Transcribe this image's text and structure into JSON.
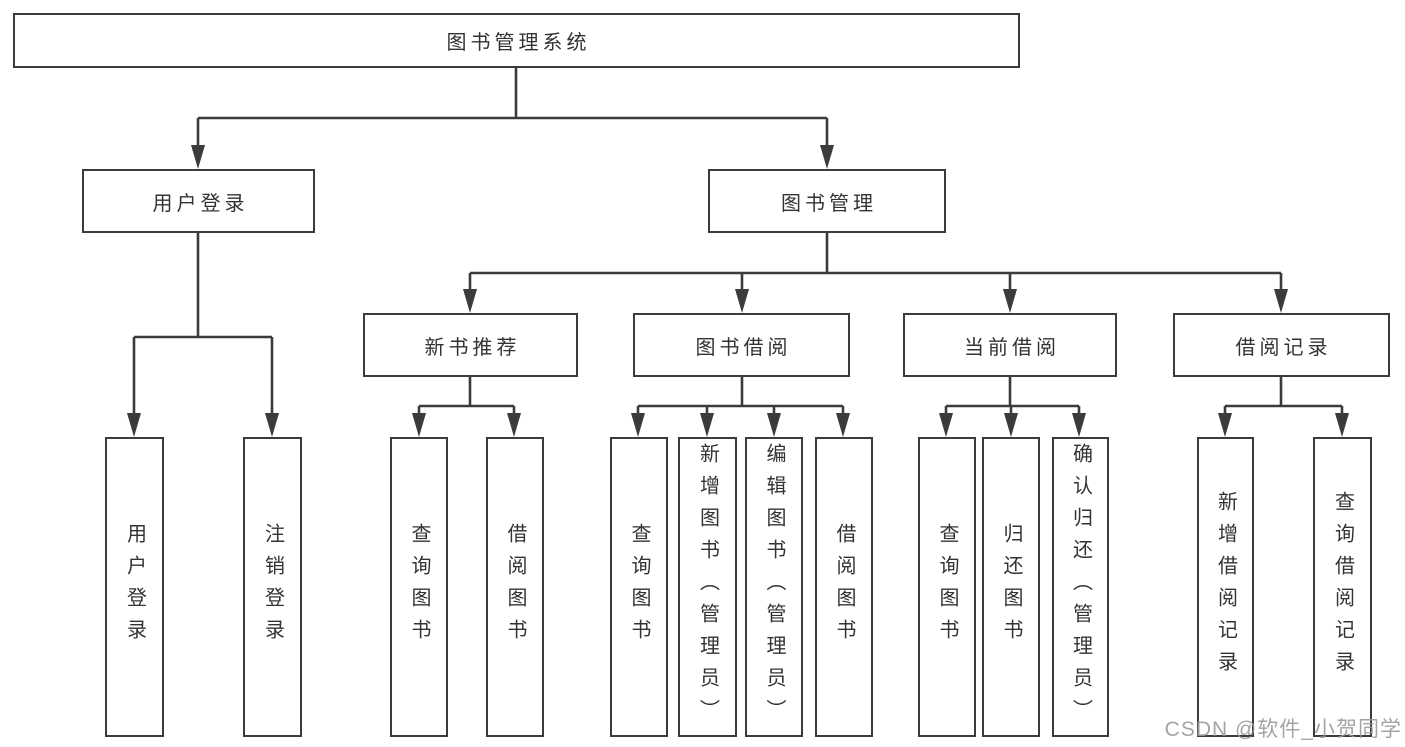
{
  "diagram": {
    "root": {
      "label": "图书管理系统"
    },
    "branches": [
      {
        "label": "用户登录",
        "children": [
          {
            "label": "用户登录"
          },
          {
            "label": "注销登录"
          }
        ]
      },
      {
        "label": "图书管理",
        "groups": [
          {
            "label": "新书推荐",
            "children": [
              {
                "label": "查询图书"
              },
              {
                "label": "借阅图书"
              }
            ]
          },
          {
            "label": "图书借阅",
            "children": [
              {
                "label": "查询图书"
              },
              {
                "label": "新增图书（管理员）"
              },
              {
                "label": "编辑图书（管理员）"
              },
              {
                "label": "借阅图书"
              }
            ]
          },
          {
            "label": "当前借阅",
            "children": [
              {
                "label": "查询图书"
              },
              {
                "label": "归还图书"
              },
              {
                "label": "确认归还（管理员）"
              }
            ]
          },
          {
            "label": "借阅记录",
            "children": [
              {
                "label": "新增借阅记录"
              },
              {
                "label": "查询借阅记录"
              }
            ]
          }
        ]
      }
    ]
  },
  "watermark": {
    "text": "CSDN @软件_小贺同学"
  },
  "colors": {
    "line": "#3b3b3b",
    "box_fill": "#ffffff",
    "text": "#333333",
    "watermark": "#9b9b9b",
    "background": "#ffffff"
  }
}
